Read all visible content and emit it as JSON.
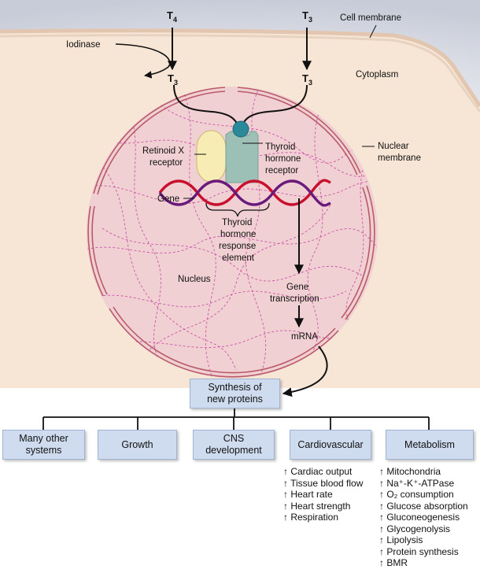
{
  "labels": {
    "t4": "T",
    "t4_sub": "4",
    "t3_in": "T",
    "t3_in_sub": "3",
    "t3_left": "T",
    "t3_left_sub": "3",
    "t3_right": "T",
    "t3_right_sub": "3",
    "cell_membrane": "Cell membrane",
    "iodinase": "Iodinase",
    "cytoplasm": "Cytoplasm",
    "nuclear_membrane_1": "Nuclear",
    "nuclear_membrane_2": "membrane",
    "retinoid_1": "Retinoid X",
    "retinoid_2": "receptor",
    "thyroid_receptor_1": "Thyroid",
    "thyroid_receptor_2": "hormone",
    "thyroid_receptor_3": "receptor",
    "gene": "Gene",
    "tre_1": "Thyroid",
    "tre_2": "hormone",
    "tre_3": "response",
    "tre_4": "element",
    "nucleus": "Nucleus",
    "gene_transcription_1": "Gene",
    "gene_transcription_2": "transcription",
    "mrna": "mRNA"
  },
  "synthesis": [
    "Synthesis of",
    "new proteins"
  ],
  "targets": [
    {
      "id": "other",
      "lines": [
        "Many other",
        "systems"
      ]
    },
    {
      "id": "growth",
      "lines": [
        "Growth"
      ]
    },
    {
      "id": "cns",
      "lines": [
        "CNS",
        "development"
      ]
    },
    {
      "id": "cardio",
      "lines": [
        "Cardiovascular"
      ]
    },
    {
      "id": "metab",
      "lines": [
        "Metabolism"
      ]
    }
  ],
  "cardiovascular_effects": [
    "↑ Cardiac output",
    "↑ Tissue blood flow",
    "↑ Heart rate",
    "↑ Heart strength",
    "↑ Respiration"
  ],
  "metabolism_effects": [
    "↑ Mitochondria",
    "↑ Na⁺-K⁺-ATPase",
    "↑ O₂ consumption",
    "↑ Glucose absorption",
    "↑ Gluconeogenesis",
    "↑ Glycogenolysis",
    "↑ Lipolysis",
    "↑ Protein synthesis",
    "↑ BMR"
  ],
  "colors": {
    "cytoplasm": "#f7e6d6",
    "cell_membrane": "#e2c6b0",
    "nucleus": "#f0d0d2",
    "nuclear_envelope": "#b95a6a",
    "chromatin": "#cc55aa",
    "dna_red": "#c8102e",
    "dna_purple": "#6a1a7a",
    "retinoid_receptor": "#f6ecb4",
    "thyroid_receptor": "#9dc0b6",
    "hormone": "#2a8a9a",
    "box_fill": "#cfdcf0"
  }
}
